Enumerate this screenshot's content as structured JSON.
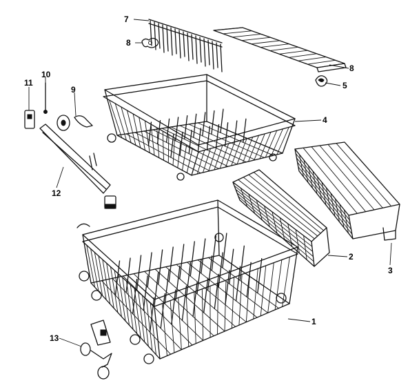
{
  "diagram": {
    "callouts": [
      {
        "id": "c7",
        "text": "7"
      },
      {
        "id": "c8a",
        "text": "8"
      },
      {
        "id": "c8b",
        "text": "8"
      },
      {
        "id": "c5",
        "text": "5"
      },
      {
        "id": "c11",
        "text": "11"
      },
      {
        "id": "c10",
        "text": "10"
      },
      {
        "id": "c9",
        "text": "9"
      },
      {
        "id": "c4",
        "text": "4"
      },
      {
        "id": "c12",
        "text": "12"
      },
      {
        "id": "c2",
        "text": "2"
      },
      {
        "id": "c3",
        "text": "3"
      },
      {
        "id": "c1",
        "text": "1"
      },
      {
        "id": "c13",
        "text": "13"
      }
    ]
  }
}
